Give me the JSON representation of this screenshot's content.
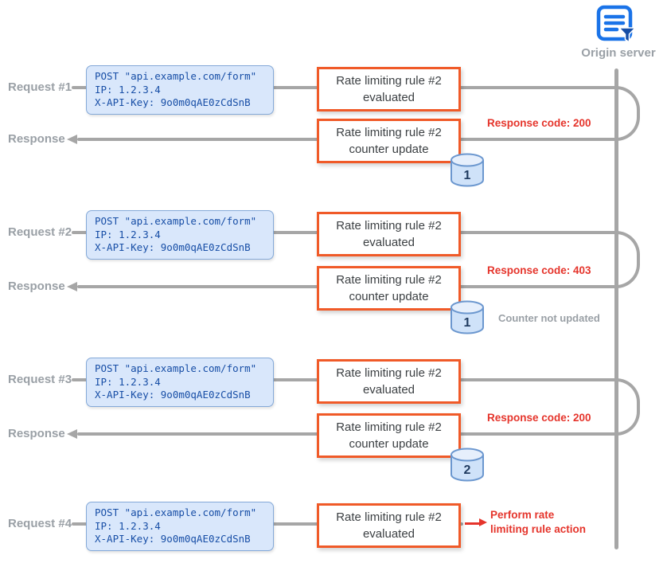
{
  "entity": {
    "label": "Origin server",
    "icon": "origin-server-icon"
  },
  "colors": {
    "rule_box_border": "#f05a28",
    "request_card_bg": "#d9e7fb",
    "request_card_text": "#174ea6",
    "status_red": "#e5342b",
    "line_gray": "#a6a6a6",
    "label_gray": "#9aa0a6",
    "icon_blue": "#1a73e8",
    "counter_fill": "#cfe2f9"
  },
  "rows": [
    {
      "kind": "request",
      "label": "Request #1",
      "card": {
        "line1": "POST \"api.example.com/form\"",
        "line2": "IP: 1.2.3.4",
        "line3": "X-API-Key: 9o0m0qAE0zCdSnB"
      },
      "box": {
        "line1": "Rate limiting rule #2",
        "line2": "evaluated"
      }
    },
    {
      "kind": "response",
      "label": "Response",
      "box": {
        "line1": "Rate limiting rule #2",
        "line2": "counter update"
      },
      "status": "Response code: 200",
      "counter": "1"
    },
    {
      "kind": "request",
      "label": "Request #2",
      "card": {
        "line1": "POST \"api.example.com/form\"",
        "line2": "IP: 1.2.3.4",
        "line3": "X-API-Key: 9o0m0qAE0zCdSnB"
      },
      "box": {
        "line1": "Rate limiting rule #2",
        "line2": "evaluated"
      }
    },
    {
      "kind": "response",
      "label": "Response",
      "box": {
        "line1": "Rate limiting rule #2",
        "line2": "counter update"
      },
      "status": "Response code: 403",
      "counter": "1",
      "note": "Counter not updated"
    },
    {
      "kind": "request",
      "label": "Request #3",
      "card": {
        "line1": "POST \"api.example.com/form\"",
        "line2": "IP: 1.2.3.4",
        "line3": "X-API-Key: 9o0m0qAE0zCdSnB"
      },
      "box": {
        "line1": "Rate limiting rule #2",
        "line2": "evaluated"
      }
    },
    {
      "kind": "response",
      "label": "Response",
      "box": {
        "line1": "Rate limiting rule #2",
        "line2": "counter update"
      },
      "status": "Response code: 200",
      "counter": "2"
    },
    {
      "kind": "request",
      "label": "Request #4",
      "card": {
        "line1": "POST \"api.example.com/form\"",
        "line2": "IP: 1.2.3.4",
        "line3": "X-API-Key: 9o0m0qAE0zCdSnB"
      },
      "box": {
        "line1": "Rate limiting rule #2",
        "line2": "evaluated"
      },
      "action": {
        "line1": "Perform rate",
        "line2": "limiting rule action"
      }
    }
  ]
}
